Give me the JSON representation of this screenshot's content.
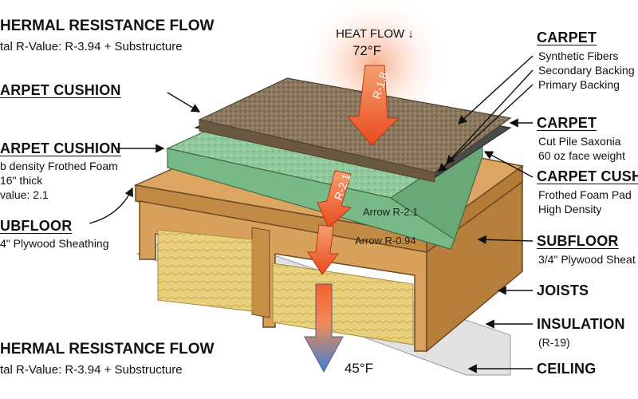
{
  "titles": {
    "top_title": "HERMAL RESISTANCE FLOW",
    "top_subtitle": "tal R-Value: R-3.94 + Substructure",
    "bottom_title": "HERMAL RESISTANCE FLOW",
    "bottom_subtitle": "tal R-Value: R-3.94 + Substructure"
  },
  "heat_flow": {
    "label": "HEAT FLOW ↓",
    "top_temp": "72°F",
    "bottom_temp": "45°F",
    "r_values": [
      "R-1.8",
      "R-2.1"
    ],
    "inner_labels": [
      "Arrow R-2.1",
      "Arrow R-0.94"
    ]
  },
  "left_labels": [
    {
      "heading": "ARPET CUSHION",
      "lines": []
    },
    {
      "heading": "ARPET CUSHION",
      "lines": [
        "b density Frothed Foam",
        "16\" thick",
        "value: 2.1"
      ]
    },
    {
      "heading": "UBFLOOR",
      "lines": [
        "4\" Plywood Sheathing"
      ]
    }
  ],
  "right_labels": [
    {
      "heading": "CARPET",
      "lines": [
        "Synthetic Fibers",
        "Secondary Backing",
        "Primary Backing"
      ]
    },
    {
      "heading": "CARPET",
      "lines": [
        "Cut Pile Saxonia",
        "60 oz face weight"
      ]
    },
    {
      "heading": "CARPET CUSHI",
      "lines": [
        "Frothed Foam Pad",
        "High Density"
      ]
    },
    {
      "heading": "SUBFLOOR",
      "lines": [
        "3/4\" Plywood Sheat"
      ]
    },
    {
      "heading": "JOISTS",
      "lines": []
    },
    {
      "heading": "INSULATION",
      "lines": [
        "(R-19)"
      ]
    },
    {
      "heading": "CEILING",
      "lines": []
    }
  ],
  "colors": {
    "carpet": "#8a7660",
    "cushion": "#8fc79a",
    "wood": "#d7a35f",
    "insulation": "#ecd585",
    "arrow_hot": "#ef5a2a",
    "arrow_cold": "#3f83d3"
  }
}
